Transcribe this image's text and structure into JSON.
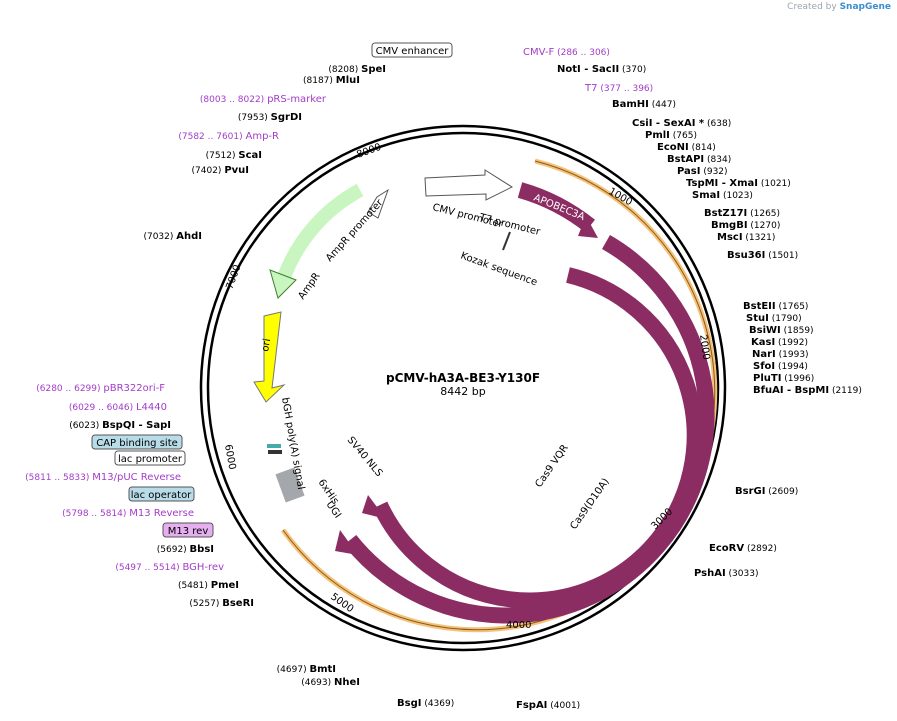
{
  "watermark": {
    "prefix": "Created by",
    "brand": "SnapGene"
  },
  "plasmid": {
    "name": "pCMV-hA3A-BE3-Y130F",
    "length_label": "8442 bp",
    "length_bp": 8442
  },
  "colors": {
    "backbone": "#000000",
    "feature": "#8b2d63",
    "primer": "#a23cc8",
    "site": "#000000",
    "orf_line": "#f0b050",
    "ori": "#ffff00",
    "ampr": "#c8f5c0"
  },
  "ring_ticks": [
    "1000",
    "2000",
    "3000",
    "4000",
    "5000",
    "6000",
    "7000",
    "8000"
  ],
  "sites": [
    {
      "name": "SpeI",
      "pos": "(8208)"
    },
    {
      "name": "MluI",
      "pos": "(8187)"
    },
    {
      "name": "SgrDI",
      "pos": "(7953)"
    },
    {
      "name": "ScaI",
      "pos": "(7512)"
    },
    {
      "name": "PvuI",
      "pos": "(7402)"
    },
    {
      "name": "AhdI",
      "pos": "(7032)"
    },
    {
      "name": "NotI - SacII",
      "pos": "(370)"
    },
    {
      "name": "BamHI",
      "pos": "(447)"
    },
    {
      "name": "CsiI - SexAI *",
      "pos": "(638)"
    },
    {
      "name": "PmlI",
      "pos": "(765)"
    },
    {
      "name": "EcoNI",
      "pos": "(814)"
    },
    {
      "name": "BstAPI",
      "pos": "(834)"
    },
    {
      "name": "PasI",
      "pos": "(932)"
    },
    {
      "name": "TspMI - XmaI",
      "pos": "(1021)"
    },
    {
      "name": "SmaI",
      "pos": "(1023)"
    },
    {
      "name": "BstZ17I",
      "pos": "(1265)"
    },
    {
      "name": "BmgBI",
      "pos": "(1270)"
    },
    {
      "name": "MscI",
      "pos": "(1321)"
    },
    {
      "name": "Bsu36I",
      "pos": "(1501)"
    },
    {
      "name": "BstEII",
      "pos": "(1765)"
    },
    {
      "name": "StuI",
      "pos": "(1790)"
    },
    {
      "name": "BsiWI",
      "pos": "(1859)"
    },
    {
      "name": "KasI",
      "pos": "(1992)"
    },
    {
      "name": "NarI",
      "pos": "(1993)"
    },
    {
      "name": "SfoI",
      "pos": "(1994)"
    },
    {
      "name": "PluTI",
      "pos": "(1996)"
    },
    {
      "name": "BfuAI - BspMI",
      "pos": "(2119)"
    },
    {
      "name": "BsrGI",
      "pos": "(2609)"
    },
    {
      "name": "EcoRV",
      "pos": "(2892)"
    },
    {
      "name": "PshAI",
      "pos": "(3033)"
    },
    {
      "name": "FspAI",
      "pos": "(4001)"
    },
    {
      "name": "BsgI",
      "pos": "(4369)"
    },
    {
      "name": "NheI",
      "pos": "(4693)"
    },
    {
      "name": "BmtI",
      "pos": "(4697)"
    },
    {
      "name": "BseRI",
      "pos": "(5257)"
    },
    {
      "name": "PmeI",
      "pos": "(5481)"
    },
    {
      "name": "BbsI",
      "pos": "(5692)"
    },
    {
      "name": "BspQI - SapI",
      "pos": "(6023)"
    }
  ],
  "primers": [
    {
      "name": "CMV-F",
      "range": "(286 .. 306)"
    },
    {
      "name": "T7",
      "range": "(377 .. 396)"
    },
    {
      "name": "pRS-marker",
      "range": "(8003 .. 8022)"
    },
    {
      "name": "Amp-R",
      "range": "(7582 .. 7601)"
    },
    {
      "name": "pBR322ori-F",
      "range": "(6280 .. 6299)"
    },
    {
      "name": "L4440",
      "range": "(6029 .. 6046)"
    },
    {
      "name": "M13/pUC Reverse",
      "range": "(5811 .. 5833)"
    },
    {
      "name": "M13 Reverse",
      "range": "(5798 .. 5814)"
    },
    {
      "name": "BGH-rev",
      "range": "(5497 .. 5514)"
    }
  ],
  "boxed_labels": [
    "CMV enhancer",
    "CAP binding site",
    "lac promoter",
    "lac operator",
    "M13 rev"
  ],
  "features": [
    "CMV promoter",
    "T7 promoter",
    "Kozak sequence",
    "APOBEC3A",
    "AmpR promoter",
    "AmpR",
    "ori",
    "bGH poly(A) signal",
    "SV40 NLS",
    "6xHis",
    "UGI",
    "Cas9 VQR",
    "Cas9(D10A)"
  ]
}
